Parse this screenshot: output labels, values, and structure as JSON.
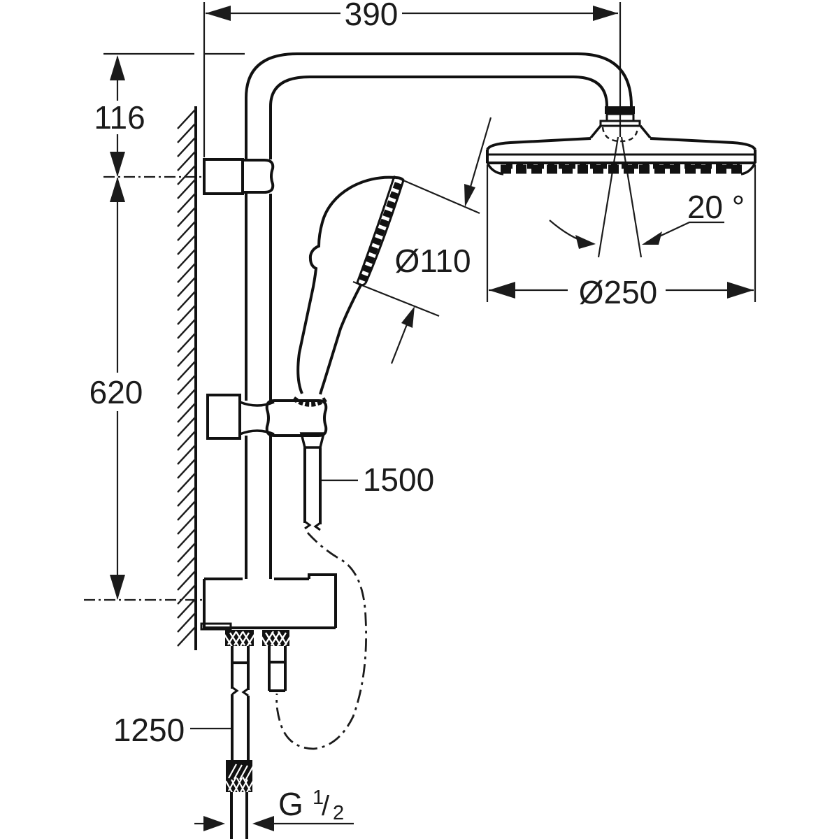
{
  "drawing": {
    "type": "technical-dimension-drawing",
    "subject": "wall-mounted shower system with head shower, hand shower, rail and hose",
    "colors": {
      "line": "#1b1b1b",
      "background": "#ffffff"
    },
    "labels": {
      "arm_projection": "390",
      "arm_to_bracket": "116",
      "rail_length": "620",
      "hand_shower_diameter": "Ø110",
      "head_shower_diameter": "Ø250",
      "head_swivel_angle": "20 °",
      "shower_hose_length": "1500",
      "supply_hose_length": "1250",
      "thread_letter": "G",
      "thread_numerator": "1",
      "thread_slash": "/",
      "thread_denominator": "2"
    }
  }
}
